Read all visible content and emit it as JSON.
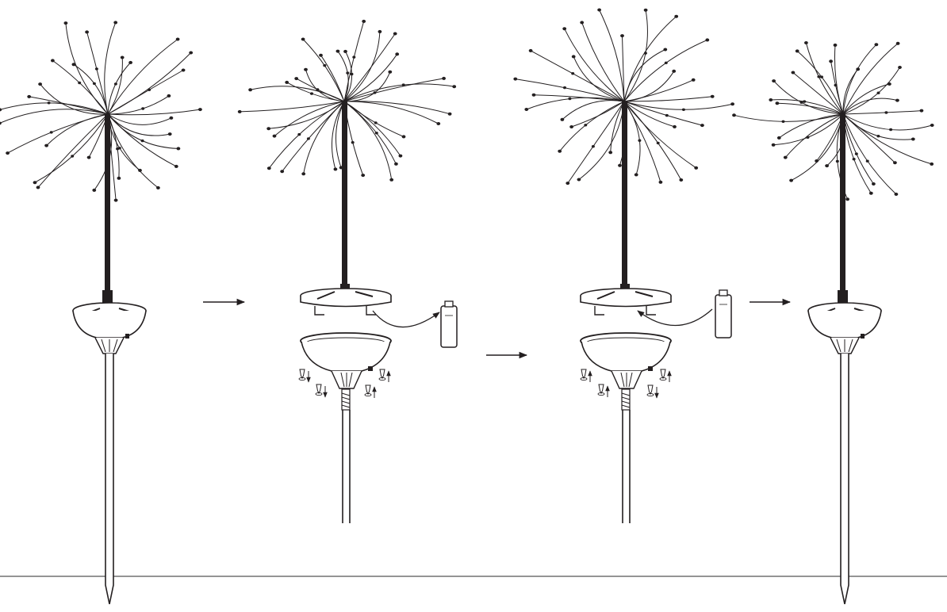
{
  "diagram": {
    "kind": "assembly-instructions",
    "steps": [
      {
        "step": 1,
        "state": "assembled",
        "icon": "firework-stake-light-icon"
      },
      {
        "step": 2,
        "state": "exploded-remove-battery",
        "icon": "firework-stake-light-exploded-icon"
      },
      {
        "step": 3,
        "state": "exploded-insert-battery",
        "icon": "firework-stake-light-exploded-icon"
      },
      {
        "step": 4,
        "state": "reassembled",
        "icon": "firework-stake-light-icon"
      }
    ],
    "transitions": [
      {
        "from": 1,
        "to": 2,
        "icon": "right-arrow-icon"
      },
      {
        "from": 2,
        "to": 3,
        "icon": "right-arrow-icon"
      },
      {
        "from": 3,
        "to": 4,
        "icon": "right-arrow-icon"
      }
    ],
    "battery_icon": "aa-battery-icon",
    "ink_color": "#231f20"
  }
}
